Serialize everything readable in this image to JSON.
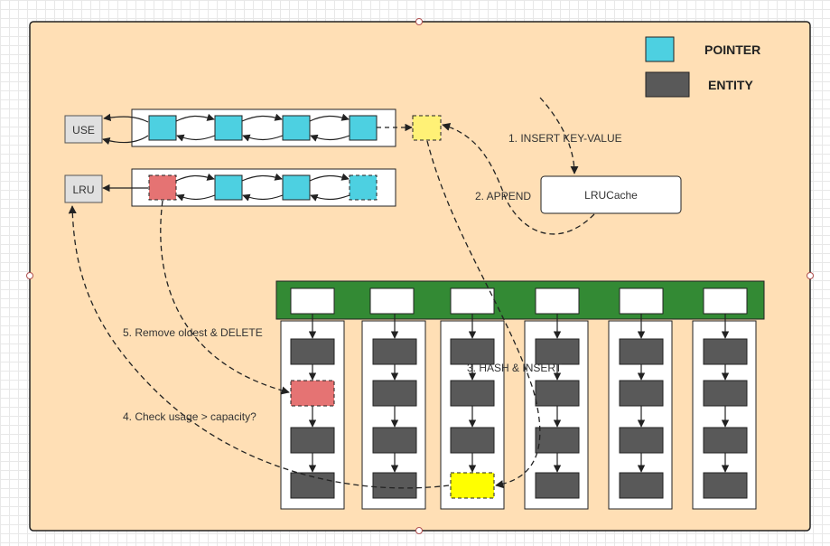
{
  "legend": {
    "pointer_label": "POINTER",
    "entity_label": "ENTITY"
  },
  "nodes": {
    "use_label": "USE",
    "lru_label": "LRU",
    "lrucache_label": "LRUCache"
  },
  "steps": {
    "step1": "1. INSERT KEY-VALUE",
    "step2": "2. APPEND",
    "step3": "3. HASH & INSERT",
    "step4": "4. Check usage > capacity?",
    "step5": "5. Remove oldest & DELETE"
  },
  "colors": {
    "canvas_bg": "#FFDFB5",
    "pointer": "#4DD0E1",
    "entity": "#595959",
    "new_item": "#FFF176",
    "new_entity": "#FFFF00",
    "oldest": "#E57373",
    "hash_bar": "#338A34"
  }
}
